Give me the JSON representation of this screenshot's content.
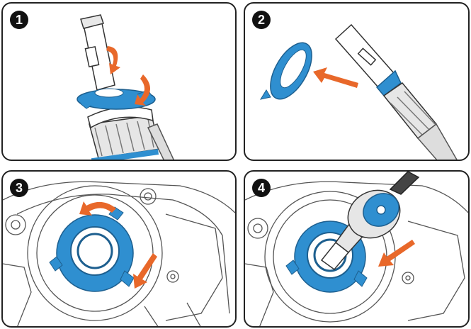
{
  "steps": [
    {
      "number": "1"
    },
    {
      "number": "2"
    },
    {
      "number": "3"
    },
    {
      "number": "4"
    }
  ],
  "colors": {
    "part_blue": "#2f8fd0",
    "arrow_orange": "#e8682a",
    "line": "#333333"
  },
  "icons": [
    "bulb-icon",
    "base-ring-icon",
    "rotate-arrow-icon",
    "insert-arrow-icon",
    "headlight-housing-icon"
  ]
}
